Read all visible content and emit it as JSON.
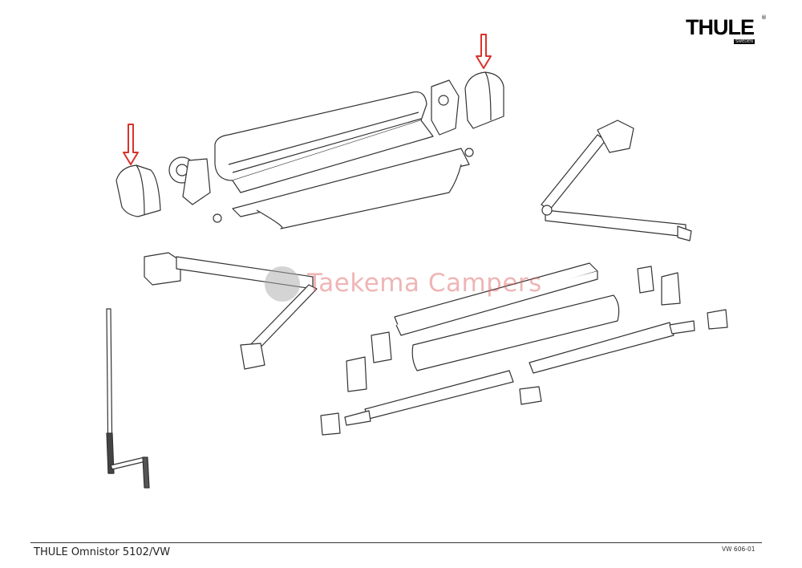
{
  "brand": {
    "logo_text": "THULE",
    "logo_subtext": "SWEDEN",
    "registered_mark": "®"
  },
  "watermark": {
    "text": "Taekema Campers"
  },
  "footer": {
    "title": "THULE Omnistor 5102/VW",
    "code": "VW 606-01"
  },
  "colors": {
    "arrow": "#d9332b",
    "line": "#333333",
    "watermark": "#dc5a5a"
  },
  "icons": [
    "arrow-down-icon",
    "arrow-down-icon"
  ]
}
